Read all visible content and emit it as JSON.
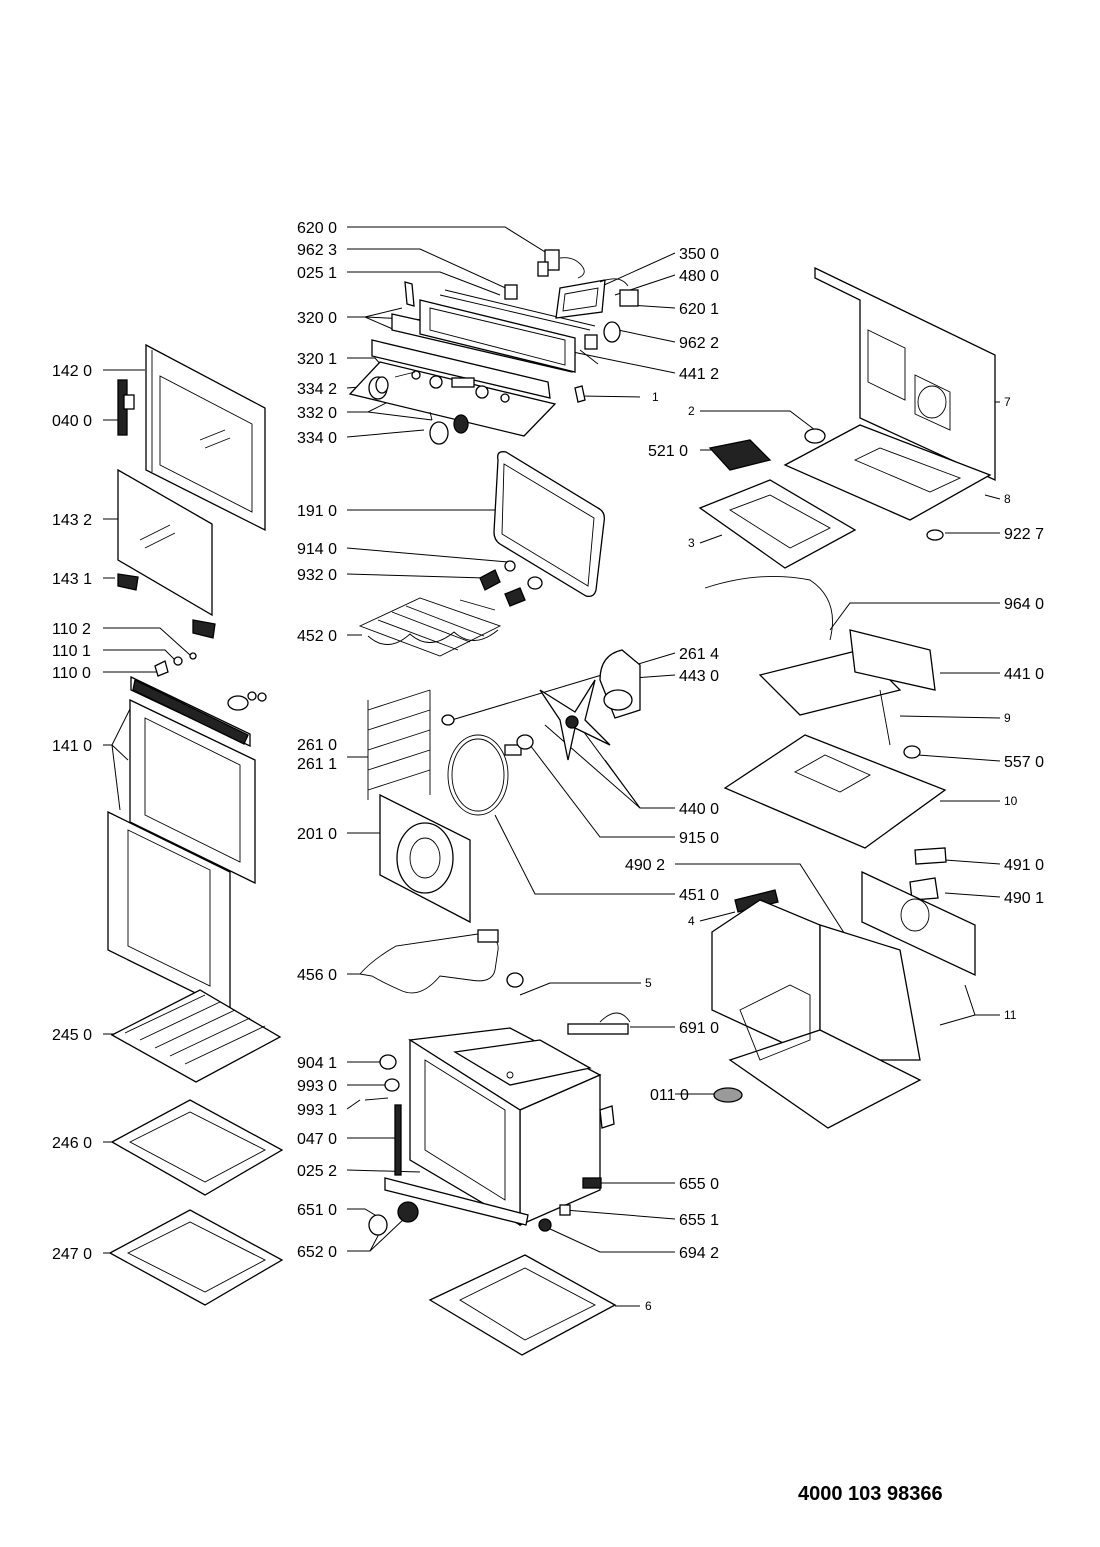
{
  "document_number": "4000 103 98366",
  "labels": {
    "l6200": "620 0",
    "l9623": "962 3",
    "l0251": "025 1",
    "l3200": "320 0",
    "l3201": "320 1",
    "l3342": "334 2",
    "l3320": "332 0",
    "l3340": "334 0",
    "l3500": "350 0",
    "l4800": "480 0",
    "l6201": "620 1",
    "l9622": "962 2",
    "l4412": "441 2",
    "l1": "1",
    "l1420": "142 0",
    "l0400": "040 0",
    "l1432": "143 2",
    "l1431": "143 1",
    "l1102": "110 2",
    "l1101": "110 1",
    "l1100": "110 0",
    "l1410": "141 0",
    "l1910": "191 0",
    "l9140": "914 0",
    "l9320": "932 0",
    "l4520": "452 0",
    "l2614": "261 4",
    "l4430": "443 0",
    "l2610": "261 0",
    "l2611": "261 1",
    "l2010": "201 0",
    "l4400": "440 0",
    "l9150": "915 0",
    "l4510": "451 0",
    "l4560": "456 0",
    "l5": "5",
    "l6910": "691 0",
    "l2450": "245 0",
    "l2460": "246 0",
    "l2470": "247 0",
    "l9041": "904 1",
    "l9930": "993 0",
    "l9931": "993 1",
    "l0470": "047 0",
    "l0252": "025 2",
    "l6510": "651 0",
    "l6520": "652 0",
    "l6550": "655 0",
    "l6551": "655 1",
    "l6942": "694 2",
    "l6": "6",
    "l0110": "011 0",
    "l7": "7",
    "l2": "2",
    "l5210": "521 0",
    "l8": "8",
    "l3": "3",
    "l9227": "922 7",
    "l9640": "964 0",
    "l4410": "441 0",
    "l9": "9",
    "l5570": "557 0",
    "l10": "10",
    "l4902": "490 2",
    "l4910": "491 0",
    "l4901": "490 1",
    "l4": "4",
    "l11": "11"
  }
}
